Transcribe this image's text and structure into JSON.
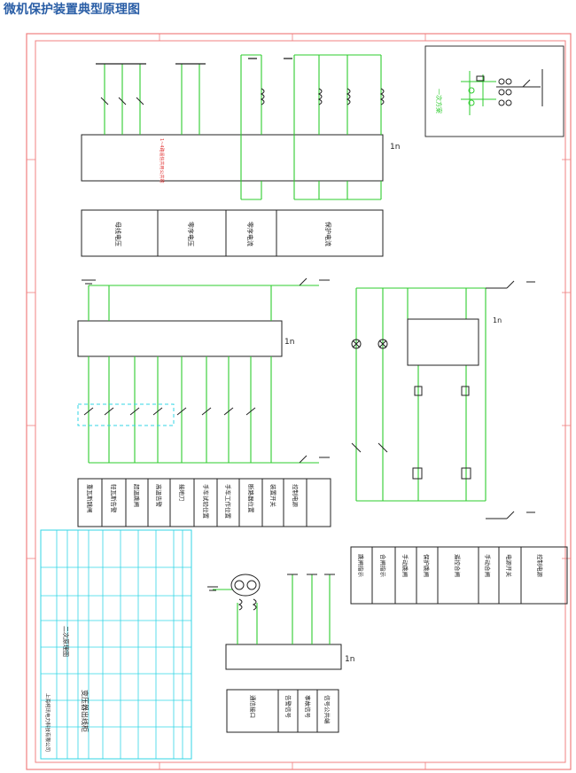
{
  "title": "微机保护装置典型原理图",
  "colors": {
    "border": "#f08080",
    "wire": "#2ecc2e",
    "ink": "#222222",
    "table": "#33d6e6",
    "heading": "#2a5ea6"
  },
  "device_label": "1n",
  "primary_label": "一次方案",
  "top_note": "1~4路遥信共用公共端",
  "top_row_labels": [
    "母线电压",
    "零序电压",
    "零序电流",
    "保护电流"
  ],
  "mid_left_labels": [
    "重瓦斯跳闸",
    "轻瓦斯告警",
    "超温跳闸",
    "高温告警",
    "接地刀",
    "手车试验位置",
    "手车工作位置",
    "断路器位置",
    "装置开关",
    "控制电源"
  ],
  "mid_right_labels": [
    "跳闸指示",
    "合闸指示",
    "手动跳闸",
    "保护跳闸",
    "遥控合闸",
    "手动合闸",
    "电源开关",
    "控制电源"
  ],
  "bottom_labels": [
    "信号公共端",
    "事故信号",
    "告警信号",
    "通信接口"
  ],
  "table": {
    "drawing_name": "二次原理图",
    "cabinet_name": "变压器出线柜",
    "company": "上海柯讯电力科技有限公司"
  }
}
